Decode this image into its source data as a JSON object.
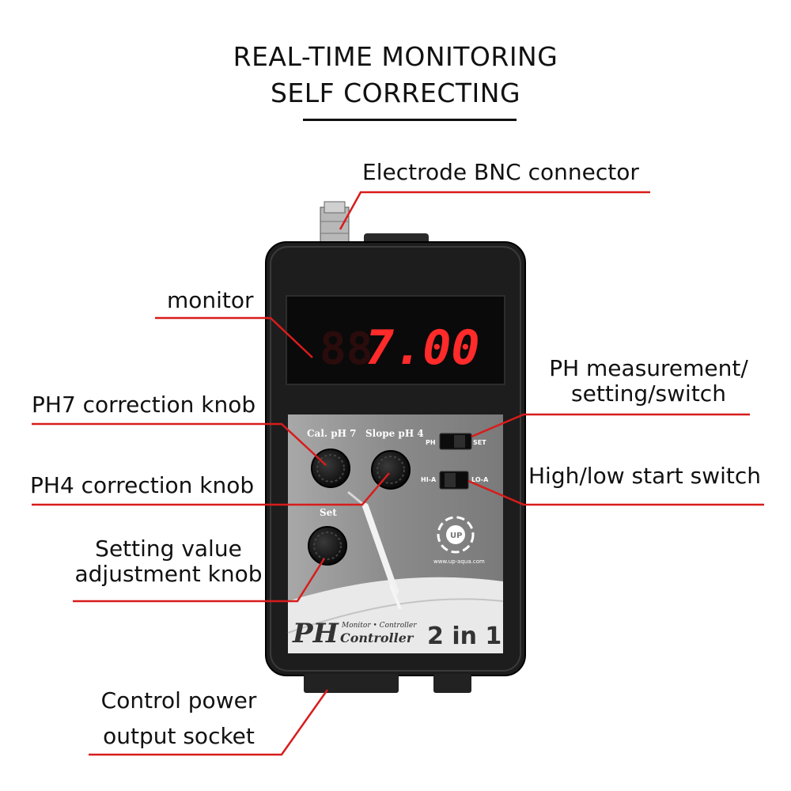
{
  "headline": {
    "line1": "REAL-TIME MONITORING",
    "line2": "SELF CORRECTING"
  },
  "callouts": {
    "electrode": "Electrode BNC connector",
    "monitor": "monitor",
    "ph7_knob": "PH7 correction knob",
    "ph4_knob": "PH4 correction knob",
    "setting_knob_line1": "Setting value",
    "setting_knob_line2": "adjustment knob",
    "power_socket_line1": "Control power",
    "power_socket_line2": "output socket",
    "mode_switch_line1": "PH measurement/",
    "mode_switch_line2": "setting/switch",
    "hilo_switch": "High/low start switch"
  },
  "device": {
    "display_value": "7.00",
    "display_ghost": "88",
    "cal_label": "Cal. pH 7",
    "slope_label": "Slope pH 4",
    "set_label": "Set",
    "switch1_left": "PH",
    "switch1_right": "SET",
    "switch2_left": "HI-A",
    "switch2_right": "LO-A",
    "logo_text": "UP",
    "logo_url": "www.up-aqua.com",
    "brand_ph": "PH",
    "brand_sub": "Monitor • Controller",
    "brand_controller": "Controller",
    "brand_2in1": "2 in 1"
  },
  "colors": {
    "leader_line": "#d81c1c",
    "device_body": "#1d1d1d",
    "panel_grey": "#8c8c8c",
    "display_red": "#ff2a2a"
  }
}
